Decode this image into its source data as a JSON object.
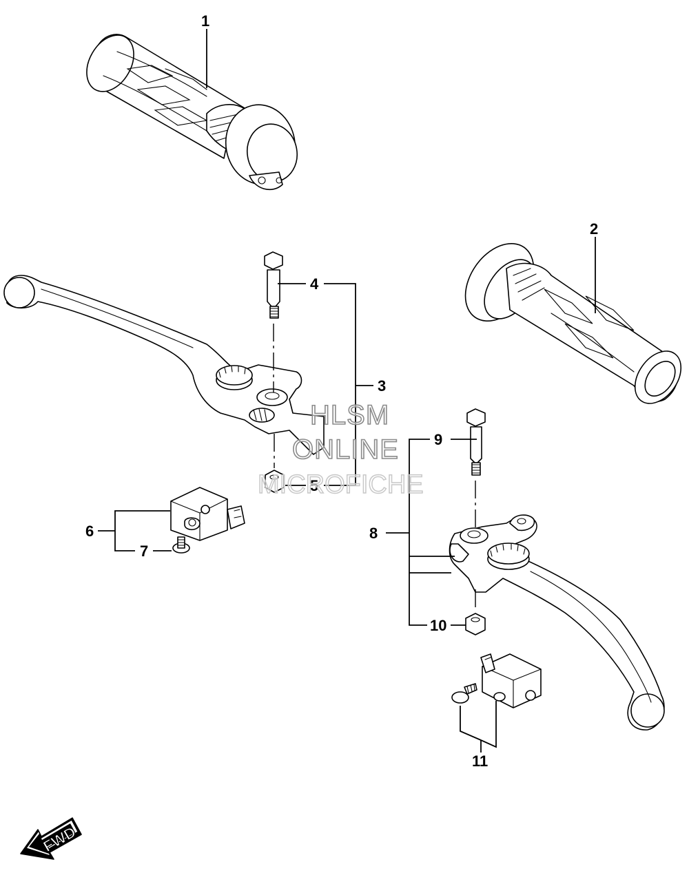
{
  "callouts": {
    "c1": "1",
    "c2": "2",
    "c3": "3",
    "c4": "4",
    "c5": "5",
    "c6": "6",
    "c7": "7",
    "c8": "8",
    "c9": "9",
    "c10": "10",
    "c11": "11"
  },
  "watermark": {
    "line1": "HLSM",
    "line2": "ONLINE",
    "line3": "MICROFICHE"
  },
  "direction": {
    "label": "FWD"
  }
}
